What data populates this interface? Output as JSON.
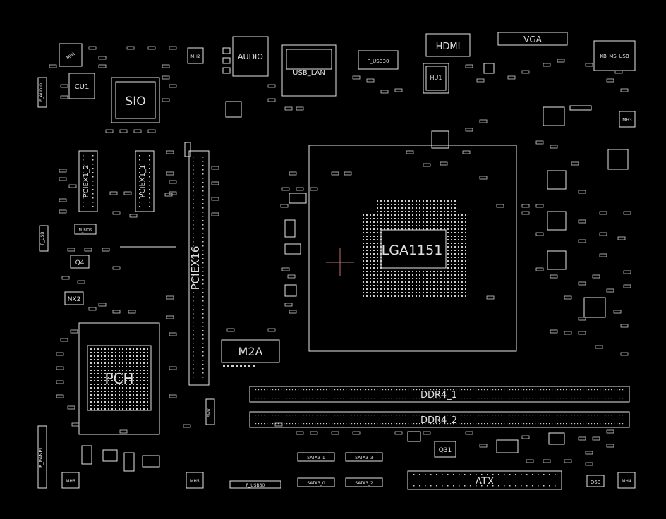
{
  "board": {
    "background": "#000000",
    "outline_color": "#e6e6e6",
    "accent_color": "#c07070",
    "dot_color": "#2a9d6a"
  },
  "labels": {
    "audio": "AUDIO",
    "usb_lan": "USB_LAN",
    "hdmi": "HDMI",
    "vga": "VGA",
    "kb_ms_usb": "KB_MS_USB",
    "f_usb30": "F_USB30",
    "hu1": "HU1",
    "cu1": "CU1",
    "sio": "SIO",
    "f_audio": "F_AUDIO",
    "mh1": "MH1",
    "mh2": "MH2",
    "mh3": "MH3",
    "mh4": "MH4",
    "mh5": "MH5",
    "mh6": "MH6",
    "pciex1_2": "PCIEX1_2",
    "pciex1_1": "PCIEX1_1",
    "pciex16": "PCIEX16",
    "f_usb": "F_USB",
    "m_bios": "M_BIOS",
    "q4": "Q4",
    "nx2": "NX2",
    "pch": "PCH",
    "m2a": "M2A",
    "cpu_socket": "LGA1151",
    "ddr4_1": "DDR4_1",
    "ddr4_2": "DDR4_2",
    "atx": "ATX",
    "q31": "Q31",
    "q60": "Q60",
    "sata3_0": "SATA3_0",
    "sata3_1": "SATA3_1",
    "sata3_2": "SATA3_2",
    "sata3_3": "SATA3_3",
    "f_panel": "F_PANEL",
    "usb30": "F_USB30",
    "swo": "SW01"
  }
}
